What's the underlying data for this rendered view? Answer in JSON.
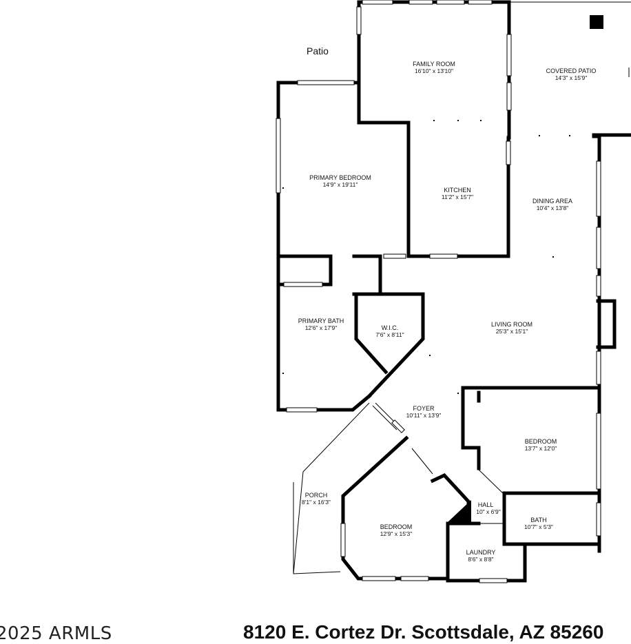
{
  "patio_label": "Patio",
  "rooms": {
    "family_room": {
      "name": "FAMILY ROOM",
      "dims": "16'10\" x 13'10\""
    },
    "covered_patio": {
      "name": "COVERED PATIO",
      "dims": "14'3\" x 15'9\""
    },
    "primary_bedroom": {
      "name": "PRIMARY BEDROOM",
      "dims": "14'9\" x 19'11\""
    },
    "kitchen": {
      "name": "KITCHEN",
      "dims": "11'2\" x 15'7\""
    },
    "dining_area": {
      "name": "DINING AREA",
      "dims": "10'4\" x 13'8\""
    },
    "primary_bath": {
      "name": "PRIMARY BATH",
      "dims": "12'6\" x 17'9\""
    },
    "wic": {
      "name": "W.I.C.",
      "dims": "7'6\" x 8'11\""
    },
    "living_room": {
      "name": "LIVING ROOM",
      "dims": "25'3\" x 15'1\""
    },
    "foyer": {
      "name": "FOYER",
      "dims": "10'11\" x 13'9\""
    },
    "bedroom_east": {
      "name": "BEDROOM",
      "dims": "13'7\" x 12'0\""
    },
    "porch": {
      "name": "PORCH",
      "dims": "8'1\" x 16'3\""
    },
    "hall": {
      "name": "HALL",
      "dims": "10\" x 6'9\""
    },
    "bath": {
      "name": "BATH",
      "dims": "10'7\" x 5'3\""
    },
    "bedroom_south": {
      "name": "BEDROOM",
      "dims": "12'9\" x 15'3\""
    },
    "laundry": {
      "name": "LAUNDRY",
      "dims": "8'6\" x 8'8\""
    }
  },
  "footer": {
    "copyright": "2025 ARMLS",
    "address": "8120 E. Cortez Dr. Scottsdale, AZ 85260"
  }
}
